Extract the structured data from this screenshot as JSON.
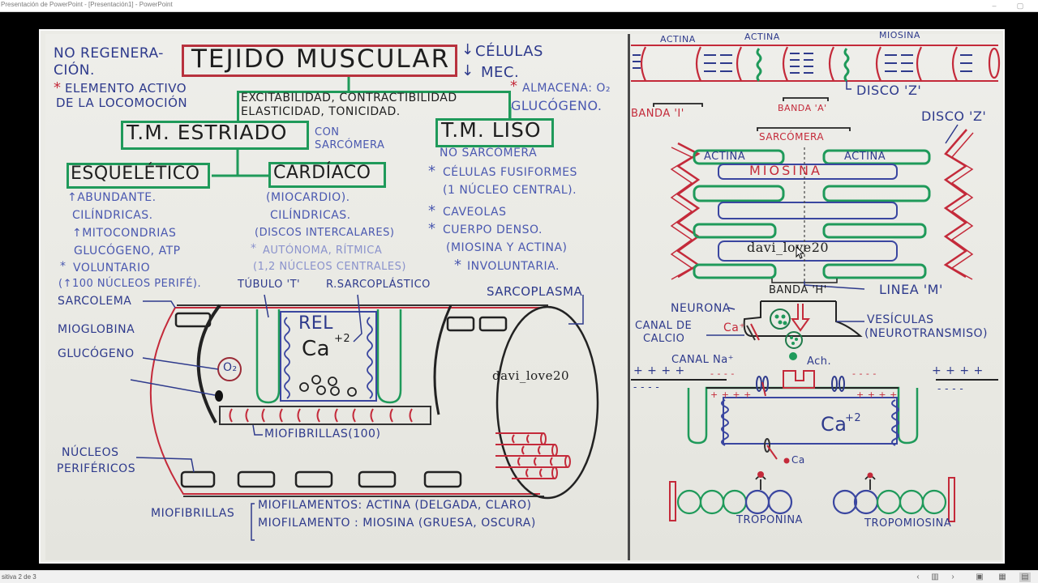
{
  "window": {
    "title": "Presentación de PowerPoint - [Presentación1] - PowerPoint",
    "controls": {
      "minimize": "–",
      "restore": "▢"
    }
  },
  "statusbar": {
    "slide_info": "sitiva 2 de 3",
    "prev_icon": "‹",
    "notes_icon": "▥",
    "next_icon": "›",
    "view_normal_icon": "▣",
    "view_sorter_icon": "▦",
    "view_reading_icon": "▤"
  },
  "slide": {
    "left_panel": {
      "title": "TEJIDO MUSCULAR",
      "no_regen": [
        "NO REGENERA-",
        "CIÓN."
      ],
      "active_element": [
        "ELEMENTO ACTIVO",
        "DE LA LOCOMOCIÓN"
      ],
      "decrease": [
        "CÉLULAS",
        "MEC."
      ],
      "properties": [
        "EXCITABILIDAD, CONTRACTIBILIDAD",
        "ELASTICIDAD, TONICIDAD."
      ],
      "stores": [
        "ALMACENA: O₂",
        "GLUCÓGENO."
      ],
      "striated": {
        "title": "T.M. ESTRIADO",
        "note": [
          "CON",
          "SARCÓMERA"
        ]
      },
      "smooth": {
        "title": "T.M. LISO",
        "items": [
          "NO SARCÓMERA",
          "CÉLULAS FUSIFORMES",
          "(1 NÚCLEO CENTRAL).",
          "CAVEOLAS",
          "CUERPO DENSO.",
          "(MIOSINA Y ACTINA)",
          "INVOLUNTARIA."
        ]
      },
      "skeletal": {
        "title": "ESQUELÉTICO",
        "items": [
          "↑ABUNDANTE.",
          "CILÍNDRICAS.",
          "↑MITOCONDRIAS",
          "GLUCÓGENO, ATP",
          "VOLUNTARIO",
          "(↑100 NÚCLEOS PERIFÉ)."
        ]
      },
      "cardiac": {
        "title": "CARDÍACO",
        "items": [
          "(MIOCARDIO).",
          "CILÍNDRICAS.",
          "(DISCOS INTERCALARES)",
          "AUTÓNOMA, RÍTMICA",
          "(1,2 NÚCLEOS CENTRALES)"
        ]
      },
      "fiber_labels": {
        "tubule": "TÚBULO 'T'",
        "reticulum": "R.SARCOPLÁSTICO",
        "sarcoplasm": "SARCOPLASMA",
        "sarcolemma": "SARCOLEMA",
        "myoglobin": "MIOGLOBINA",
        "glycogen": "GLUCÓGENO",
        "o2": "O₂",
        "rel": "REL",
        "ca": "Ca",
        "ca_charge": "+2",
        "myofibrils": "MIOFIBRILLAS(100)",
        "nuclei": [
          "NÚCLEOS",
          "PERIFÉRICOS"
        ],
        "watermark": "davi_love20"
      },
      "myofibrils_def": {
        "label": "MIOFIBRILLAS",
        "lines": [
          "MIOFILAMENTOS: ACTINA (DELGADA, CLARO)",
          "MIOFILAMENTO : MIOSINA (GRUESA, OSCURA)"
        ]
      }
    },
    "right_panel": {
      "top_labels": [
        "ACTINA",
        "ACTINA",
        "MIOSINA"
      ],
      "disc_z": "DISCO 'Z'",
      "band_i": "BANDA 'I'",
      "band_a": "BANDA 'A'",
      "sarcomere": "SARCÓMERA",
      "disc_z2": "DISCO 'Z'",
      "actin_left": "ACTINA",
      "actin_right": "ACTINA",
      "myosin": "MIOSINA",
      "watermark": "davi_love20",
      "band_h": "BANDA 'H'",
      "line_m": "LINEA 'M'",
      "neuron": "NEURONA",
      "calcium_channel": [
        "CANAL DE",
        "CALCIO"
      ],
      "ca_plus": "Ca⁺",
      "vesicles": [
        "VESÍCULAS",
        "(NEUROTRANSMISO)"
      ],
      "na_channel": "CANAL Na⁺",
      "ach": "Ach.",
      "plus_signs": "+ + + +",
      "minus_signs": "- - - -",
      "ca2": "Ca",
      "ca2_charge": "+2",
      "ca_ion": "Ca",
      "troponin": "TROPONINA",
      "tropomyosin": "TROPOMIOSINA"
    }
  },
  "colors": {
    "marker_blue": "#2e3a8c",
    "marker_red": "#c42a3a",
    "marker_green": "#1f9a5a",
    "marker_black": "#1e1e1e",
    "board": "#ebebe6"
  }
}
